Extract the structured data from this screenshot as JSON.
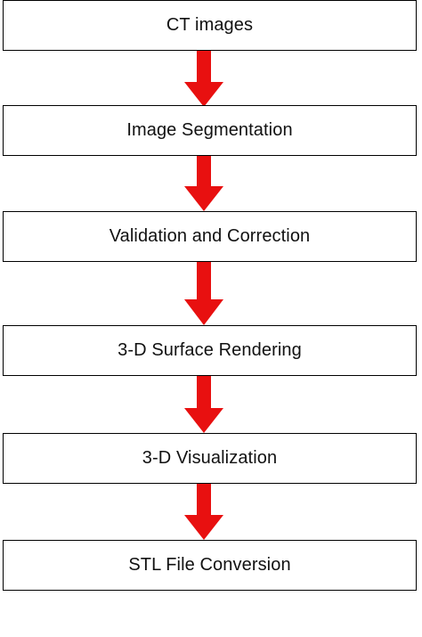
{
  "flow": {
    "steps": [
      {
        "label": "CT images"
      },
      {
        "label": "Image Segmentation"
      },
      {
        "label": "Validation and Correction"
      },
      {
        "label": "3-D Surface Rendering"
      },
      {
        "label": "3-D Visualization"
      },
      {
        "label": "STL File Conversion"
      }
    ],
    "arrow_color": "#e81010",
    "border_color": "#000000"
  }
}
